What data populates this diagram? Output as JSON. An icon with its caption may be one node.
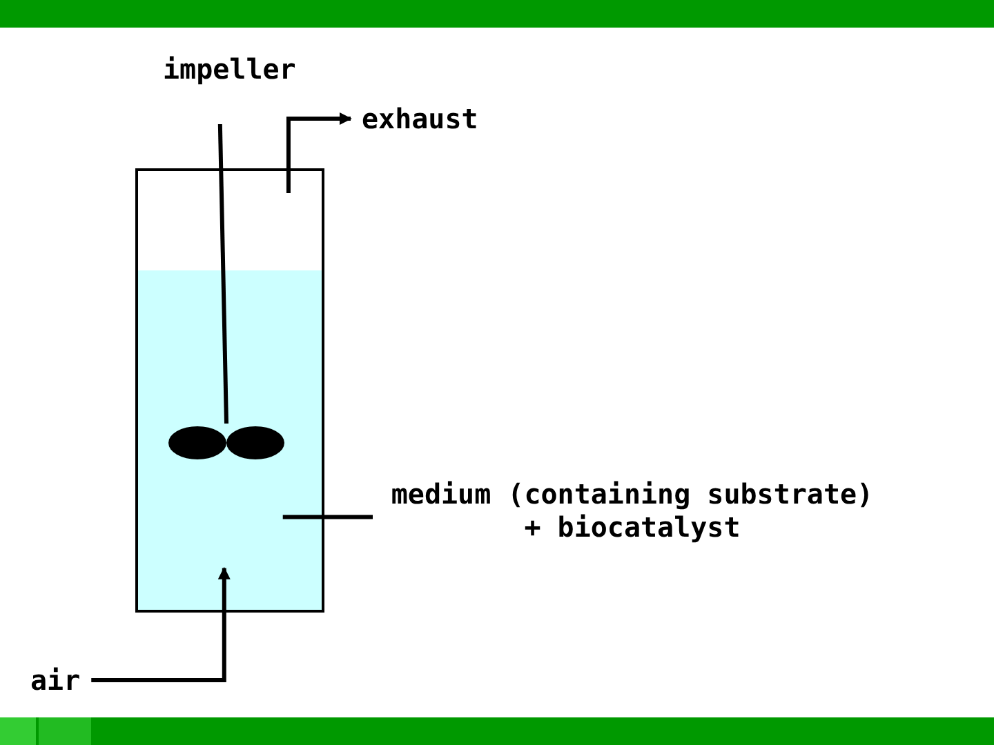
{
  "diagram": {
    "nodes": [
      {
        "text": [
          "impeller"
        ]
      },
      {
        "text": [
          "exhaust"
        ]
      },
      {
        "text": [],
        "shape": "box"
      },
      {
        "text": [],
        "shape": "blades",
        "in": 2
      },
      {
        "text": [
          "medium (containing substrate) + biocatalyst"
        ]
      },
      {
        "text": [
          "air"
        ]
      }
    ],
    "edges": [
      {
        "from": 0,
        "to": 3,
        "arrow": "none"
      },
      {
        "from": 2,
        "to": 1,
        "arrow": "to"
      },
      {
        "from": 4,
        "to": 2,
        "arrow": "none"
      },
      {
        "from": 5,
        "to": 2,
        "arrow": "to"
      }
    ]
  }
}
